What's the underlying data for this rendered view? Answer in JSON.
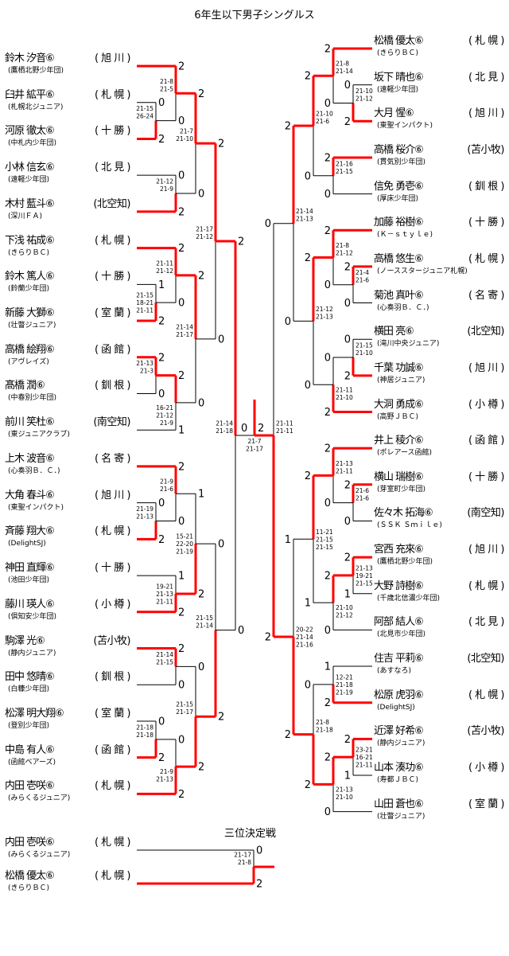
{
  "title": "6年生以下男子シングルス",
  "colors": {
    "winner_line": "#ff0000",
    "line": "#000000"
  },
  "left_players": [
    {
      "name": "鈴木 汐音⑥",
      "pref": "( 旭 川 )",
      "club": "(鷹栖北野少年団)"
    },
    {
      "name": "臼井 絋平⑥",
      "pref": "( 札 幌 )",
      "club": "(札幌北ジュニア)"
    },
    {
      "name": "河原 徹太⑥",
      "pref": "( 十 勝 )",
      "club": "(中札内少年団)"
    },
    {
      "name": "小林 信玄⑥",
      "pref": "( 北 見 )",
      "club": "(遠軽少年団)"
    },
    {
      "name": "木村 藍斗⑥",
      "pref": "(北空知)",
      "club": "(深川ＦＡ)"
    },
    {
      "name": "下浅 祐成⑥",
      "pref": "( 札 幌 )",
      "club": "(きらりＢＣ)"
    },
    {
      "name": "鈴木 篤人⑥",
      "pref": "( 十 勝 )",
      "club": "(鈴蘭少年団)"
    },
    {
      "name": "新藤 大獅⑥",
      "pref": "( 室 蘭 )",
      "club": "(壮瞥ジュニア)"
    },
    {
      "name": "高橋 絵翔⑥",
      "pref": "( 函 館 )",
      "club": "(アヴレイズ)"
    },
    {
      "name": "髙橋 潤⑥",
      "pref": "( 釧 根 )",
      "club": "(中春別少年団)"
    },
    {
      "name": "前川 笑杜⑥",
      "pref": "(南空知)",
      "club": "(東ジュニアクラブ)"
    },
    {
      "name": "上木 波音⑥",
      "pref": "( 名 寄 )",
      "club": "(心奏羽Ｂ．Ｃ．)"
    },
    {
      "name": "大角 春斗⑥",
      "pref": "( 旭 川 )",
      "club": "(東聖インパクト)"
    },
    {
      "name": "斉藤 翔大⑥",
      "pref": "( 札 幌 )",
      "club": "(DelightSJ)"
    },
    {
      "name": "神田 直輝⑥",
      "pref": "( 十 勝 )",
      "club": "(池田少年団)"
    },
    {
      "name": "藤川 瑛人⑥",
      "pref": "( 小 樽 )",
      "club": "(倶知安少年団)"
    },
    {
      "name": "駒澤  光⑥",
      "pref": "(苫小牧)",
      "club": "(静内ジュニア)"
    },
    {
      "name": "田中 悠晴⑥",
      "pref": "( 釧 根 )",
      "club": "(白糠少年団)"
    },
    {
      "name": "松澤 明大翔⑥",
      "pref": "( 室 蘭 )",
      "club": "(登別少年団)"
    },
    {
      "name": "中島 有人⑥",
      "pref": "( 函 館 )",
      "club": "(函館ベアーズ)"
    },
    {
      "name": "内田 壱咲⑥",
      "pref": "( 札 幌 )",
      "club": "(みらくるジュニア)"
    }
  ],
  "right_players": [
    {
      "name": "松橋 優太⑥",
      "pref": "( 札 幌 )",
      "club": "(きらりＢＣ)"
    },
    {
      "name": "坂下 晴也⑥",
      "pref": "( 北 見 )",
      "club": "(遠軽少年団)"
    },
    {
      "name": "大月 惺⑥",
      "pref": "( 旭 川 )",
      "club": "(東聖インパクト)"
    },
    {
      "name": "高橋 桜介⑥",
      "pref": "(苫小牧)",
      "club": "(貫気別少年団)"
    },
    {
      "name": "信免 勇壱⑥",
      "pref": "( 釧 根 )",
      "club": "(厚床少年団)"
    },
    {
      "name": "加藤 裕樹⑥",
      "pref": "( 十 勝 )",
      "club": "(Ｋ－ｓｔｙｌｅ)"
    },
    {
      "name": "高橋 悠生⑥",
      "pref": "( 札 幌 )",
      "club": "(ノーススタージュニア札幌)"
    },
    {
      "name": "菊池 真叶⑥",
      "pref": "( 名 寄 )",
      "club": "(心奏羽Ｂ．Ｃ．)"
    },
    {
      "name": "横田  亮⑥",
      "pref": "(北空知)",
      "club": "(滝川中央ジュニア)"
    },
    {
      "name": "千葉 功誠⑥",
      "pref": "( 旭 川 )",
      "club": "(神居ジュニア)"
    },
    {
      "name": "大洞 勇成⑥",
      "pref": "( 小 樽 )",
      "club": "(高野ＪＢＣ)"
    },
    {
      "name": "井上 稜介⑥",
      "pref": "( 函 館 )",
      "club": "(ポレアース函館)"
    },
    {
      "name": "横山 瑞樹⑥",
      "pref": "( 十 勝 )",
      "club": "(芽室町少年団)"
    },
    {
      "name": "佐々木 拓海⑥",
      "pref": "(南空知)",
      "club": "(ＳＳＫ Ｓｍｉｌｅ)"
    },
    {
      "name": "宮西 充來⑥",
      "pref": "( 旭 川 )",
      "club": "(鷹栖北野少年団)"
    },
    {
      "name": "大野 詩樹⑥",
      "pref": "( 札 幌 )",
      "club": "(千歳北信濃少年団)"
    },
    {
      "name": "阿部 結人⑥",
      "pref": "( 北 見 )",
      "club": "(北見市少年団)"
    },
    {
      "name": "住吉 平莉⑥",
      "pref": "(北空知)",
      "club": "(あすなろ)"
    },
    {
      "name": "松原 虎羽⑥",
      "pref": "( 札 幌 )",
      "club": "(DelightSJ)"
    },
    {
      "name": "近澤 好希⑥",
      "pref": "(苫小牧)",
      "club": "(静内ジュニア)"
    },
    {
      "name": "山本 湊功⑥",
      "pref": "( 小 樽 )",
      "club": "(寿都ＪＢＣ)"
    },
    {
      "name": "山田 蒼也⑥",
      "pref": "( 室 蘭 )",
      "club": "(壮瞥ジュニア)"
    }
  ],
  "bracket": {
    "left": {
      "s": [
        "21-14",
        "21-18"
      ],
      "n": [
        "2",
        "0"
      ],
      "c": [
        {
          "s": [
            "21-17",
            "21-12"
          ],
          "n": [
            "2",
            "0"
          ],
          "c": [
            {
              "s": [
                "21-7",
                "21-10"
              ],
              "n": [
                "2",
                "0"
              ],
              "c": [
                {
                  "s": [
                    "21-8",
                    "21-5"
                  ],
                  "n": [
                    "2",
                    "0"
                  ],
                  "c": [
                    {
                      "p": 0
                    },
                    {
                      "s": [
                        "21-15",
                        "26-24"
                      ],
                      "n": [
                        "0",
                        "2"
                      ],
                      "c": [
                        {
                          "p": 1
                        },
                        {
                          "p": 2
                        }
                      ]
                    }
                  ]
                },
                {
                  "s": [
                    "21-12",
                    "21-9"
                  ],
                  "n": [
                    "0",
                    "2"
                  ],
                  "c": [
                    {
                      "p": 3
                    },
                    {
                      "p": 4
                    }
                  ]
                }
              ]
            },
            {
              "s": [
                "21-14",
                "21-17"
              ],
              "n": [
                "2",
                "0"
              ],
              "c": [
                {
                  "s": [
                    "21-11",
                    "21-12"
                  ],
                  "n": [
                    "2",
                    "0"
                  ],
                  "c": [
                    {
                      "p": 5
                    },
                    {
                      "s": [
                        "21-15",
                        "18-21",
                        "21-11"
                      ],
                      "n": [
                        "1",
                        "2"
                      ],
                      "c": [
                        {
                          "p": 6
                        },
                        {
                          "p": 7
                        }
                      ]
                    }
                  ]
                },
                {
                  "s": [
                    "16-21",
                    "21-12",
                    "21-9"
                  ],
                  "n": [
                    "2",
                    "1"
                  ],
                  "c": [
                    {
                      "s": [
                        "21-13",
                        "21-3"
                      ],
                      "n": [
                        "2",
                        "0"
                      ],
                      "c": [
                        {
                          "p": 8
                        },
                        {
                          "p": 9
                        }
                      ]
                    },
                    {
                      "p": 10
                    }
                  ]
                }
              ]
            }
          ]
        },
        {
          "s": [
            "21-15",
            "21-14"
          ],
          "n": [
            "0",
            "2"
          ],
          "c": [
            {
              "s": [
                "15-21",
                "22-20",
                "21-19"
              ],
              "n": [
                "1",
                "2"
              ],
              "c": [
                {
                  "s": [
                    "21-9",
                    "21-6"
                  ],
                  "n": [
                    "2",
                    "0"
                  ],
                  "c": [
                    {
                      "p": 11
                    },
                    {
                      "s": [
                        "21-19",
                        "21-13"
                      ],
                      "n": [
                        "0",
                        "2"
                      ],
                      "c": [
                        {
                          "p": 12
                        },
                        {
                          "p": 13
                        }
                      ]
                    }
                  ]
                },
                {
                  "s": [
                    "19-21",
                    "21-13",
                    "21-11"
                  ],
                  "n": [
                    "1",
                    "2"
                  ],
                  "c": [
                    {
                      "p": 14
                    },
                    {
                      "p": 15
                    }
                  ]
                }
              ]
            },
            {
              "s": [
                "21-15",
                "21-17"
              ],
              "n": [
                "0",
                "2"
              ],
              "c": [
                {
                  "s": [
                    "21-14",
                    "21-15"
                  ],
                  "n": [
                    "2",
                    "0"
                  ],
                  "c": [
                    {
                      "p": 16
                    },
                    {
                      "p": 17
                    }
                  ]
                },
                {
                  "s": [
                    "21-9",
                    "21-13"
                  ],
                  "n": [
                    "0",
                    "2"
                  ],
                  "c": [
                    {
                      "s": [
                        "21-18",
                        "21-18"
                      ],
                      "n": [
                        "0",
                        "2"
                      ],
                      "c": [
                        {
                          "p": 18
                        },
                        {
                          "p": 19
                        }
                      ]
                    },
                    {
                      "p": 20
                    }
                  ]
                }
              ]
            }
          ]
        }
      ]
    },
    "right": {
      "s": [
        "21-11",
        "21-11"
      ],
      "n": [
        "0",
        "2"
      ],
      "c": [
        {
          "s": [
            "21-14",
            "21-13"
          ],
          "n": [
            "2",
            "0"
          ],
          "c": [
            {
              "s": [
                "21-10",
                "21-6"
              ],
              "n": [
                "2",
                "0"
              ],
              "c": [
                {
                  "s": [
                    "21-8",
                    "21-14"
                  ],
                  "n": [
                    "2",
                    "0"
                  ],
                  "c": [
                    {
                      "p": 0
                    },
                    {
                      "s": [
                        "21-10",
                        "21-12"
                      ],
                      "n": [
                        "0",
                        "2"
                      ],
                      "c": [
                        {
                          "p": 1
                        },
                        {
                          "p": 2
                        }
                      ]
                    }
                  ]
                },
                {
                  "s": [
                    "21-16",
                    "21-15"
                  ],
                  "n": [
                    "2",
                    "0"
                  ],
                  "c": [
                    {
                      "p": 3
                    },
                    {
                      "p": 4
                    }
                  ]
                }
              ]
            },
            {
              "s": [
                "21-12",
                "21-13"
              ],
              "n": [
                "2",
                "0"
              ],
              "c": [
                {
                  "s": [
                    "21-8",
                    "21-12"
                  ],
                  "n": [
                    "2",
                    "0"
                  ],
                  "c": [
                    {
                      "p": 5
                    },
                    {
                      "s": [
                        "21-4",
                        "21-6"
                      ],
                      "n": [
                        "2",
                        "0"
                      ],
                      "c": [
                        {
                          "p": 6
                        },
                        {
                          "p": 7
                        }
                      ]
                    }
                  ]
                },
                {
                  "s": [
                    "21-11",
                    "21-10"
                  ],
                  "n": [
                    "0",
                    "2"
                  ],
                  "c": [
                    {
                      "s": [
                        "21-15",
                        "21-10"
                      ],
                      "n": [
                        "0",
                        "2"
                      ],
                      "c": [
                        {
                          "p": 8
                        },
                        {
                          "p": 9
                        }
                      ]
                    },
                    {
                      "p": 10
                    }
                  ]
                }
              ]
            }
          ]
        },
        {
          "s": [
            "20-22",
            "21-14",
            "21-16"
          ],
          "n": [
            "1",
            "2"
          ],
          "c": [
            {
              "s": [
                "11-21",
                "21-15",
                "21-15"
              ],
              "n": [
                "2",
                "1"
              ],
              "c": [
                {
                  "s": [
                    "21-13",
                    "21-11"
                  ],
                  "n": [
                    "2",
                    "0"
                  ],
                  "c": [
                    {
                      "p": 11
                    },
                    {
                      "s": [
                        "21-6",
                        "21-6"
                      ],
                      "n": [
                        "2",
                        "0"
                      ],
                      "c": [
                        {
                          "p": 12
                        },
                        {
                          "p": 13
                        }
                      ]
                    }
                  ]
                },
                {
                  "s": [
                    "21-10",
                    "21-12"
                  ],
                  "n": [
                    "2",
                    "0"
                  ],
                  "c": [
                    {
                      "s": [
                        "21-13",
                        "19-21",
                        "21-15"
                      ],
                      "n": [
                        "2",
                        "1"
                      ],
                      "c": [
                        {
                          "p": 14
                        },
                        {
                          "p": 15
                        }
                      ]
                    },
                    {
                      "p": 16
                    }
                  ]
                }
              ]
            },
            {
              "s": [
                "21-8",
                "21-18"
              ],
              "n": [
                "0",
                "2"
              ],
              "c": [
                {
                  "s": [
                    "12-21",
                    "21-18",
                    "21-19"
                  ],
                  "n": [
                    "1",
                    "2"
                  ],
                  "c": [
                    {
                      "p": 17
                    },
                    {
                      "p": 18
                    }
                  ]
                },
                {
                  "s": [
                    "21-13",
                    "21-10"
                  ],
                  "n": [
                    "2",
                    "0"
                  ],
                  "c": [
                    {
                      "s": [
                        "23-21",
                        "16-21",
                        "21-11"
                      ],
                      "n": [
                        "2",
                        "1"
                      ],
                      "c": [
                        {
                          "p": 19
                        },
                        {
                          "p": 20
                        }
                      ]
                    },
                    {
                      "p": 21
                    }
                  ]
                }
              ]
            }
          ]
        }
      ]
    },
    "final": {
      "s": [
        "21-7",
        "21-17"
      ],
      "n": [
        "0",
        "2"
      ]
    }
  },
  "third_place": {
    "title": "三位決定戦",
    "players": [
      {
        "name": "内田 壱咲⑥",
        "pref": "( 札 幌 )",
        "club": "(みらくるジュニア)"
      },
      {
        "name": "松橋 優太⑥",
        "pref": "( 札 幌 )",
        "club": "(きらりＢＣ)"
      }
    ],
    "s": [
      "21-17",
      "21-8"
    ],
    "n": [
      "0",
      "2"
    ]
  }
}
